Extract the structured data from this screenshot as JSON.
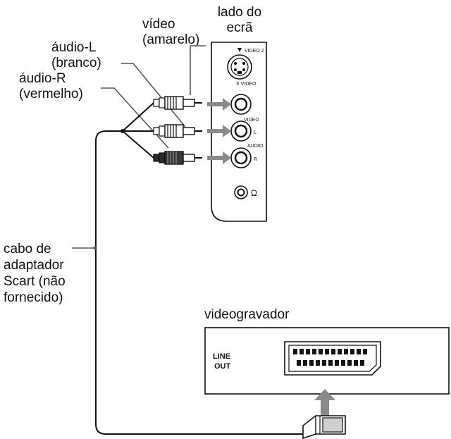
{
  "labels": {
    "side_line1": "lado do",
    "side_line2": "ecrã",
    "video_line1": "vídeo",
    "video_line2": "(amarelo)",
    "audio_l_line1": "áudio-L",
    "audio_l_line2": "(branco)",
    "audio_r_line1": "áudio-R",
    "audio_r_line2": "(vermelho)",
    "cable_line1": "cabo de",
    "cable_line2": "adaptador",
    "cable_line3": "Scart (não",
    "cable_line4": "fornecido)",
    "vcr": "videogravador",
    "line_out_1": "LINE",
    "line_out_2": "OUT"
  },
  "panel": {
    "video2": "VIDEO 2",
    "svideo": "S VIDEO",
    "video": "VIDEO",
    "l": "L",
    "audio": "AUDIO",
    "r": "R",
    "headphone": "Ω"
  },
  "icons": {
    "arrow_down": "triangle-down-icon",
    "headphone": "headphone-icon"
  },
  "colors": {
    "line": "#111111",
    "arrow": "#8a8a8a",
    "plug_fill": "#ffffff",
    "plug_dark": "#2a2a2a"
  }
}
